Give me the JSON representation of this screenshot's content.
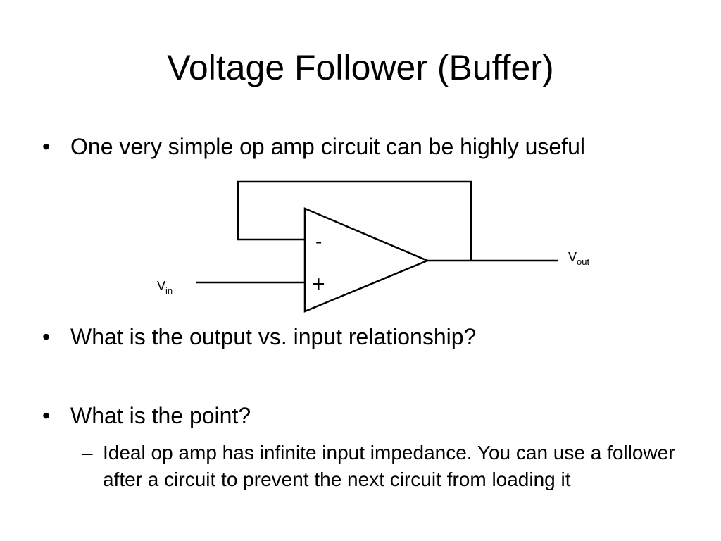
{
  "slide": {
    "title": "Voltage Follower (Buffer)",
    "bullet_marker": "•",
    "sub_marker": "–",
    "bullets": [
      "One very simple op amp circuit can be highly useful",
      "What is the output vs. input relationship?",
      "What is the point?"
    ],
    "sub_bullet": "Ideal op amp has infinite input impedance.  You can use a follower after a circuit to prevent the next circuit from loading it"
  },
  "circuit": {
    "minus_sign": "-",
    "plus_sign": "+",
    "vin_label": "V",
    "vin_subscript": "in",
    "vout_label": "V",
    "vout_subscript": "out"
  }
}
